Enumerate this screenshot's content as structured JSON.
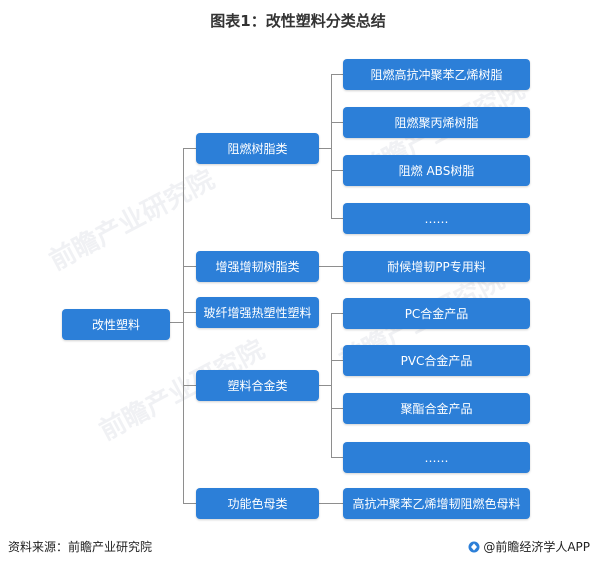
{
  "title": "图表1：改性塑料分类总结",
  "root": "改性塑料",
  "categories": [
    {
      "label": "阻燃树脂类",
      "children": [
        "阻燃高抗冲聚苯乙烯树脂",
        "阻燃聚丙烯树脂",
        "阻燃 ABS树脂",
        "……"
      ]
    },
    {
      "label": "增强增韧树脂类",
      "children": [
        "耐候增韧PP专用料"
      ]
    },
    {
      "label": "玻纤增强热塑性塑料",
      "children": []
    },
    {
      "label": "塑料合金类",
      "children": [
        "PC合金产品",
        "PVC合金产品",
        "聚酯合金产品",
        "……"
      ]
    },
    {
      "label": "功能色母类",
      "children": [
        "高抗冲聚苯乙烯增韧阻燃色母料"
      ]
    }
  ],
  "footer": {
    "source": "资料来源：前瞻产业研究院",
    "brand": "@前瞻经济学人APP"
  },
  "watermark": "前瞻产业研究院",
  "colors": {
    "node": "#2c7fd8",
    "line": "#8e8e8e"
  }
}
